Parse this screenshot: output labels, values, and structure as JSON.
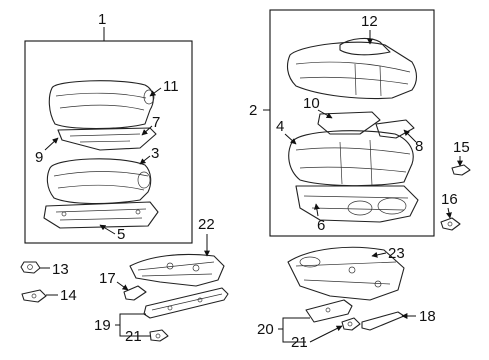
{
  "diagram": {
    "callouts": [
      "1",
      "2",
      "3",
      "4",
      "5",
      "6",
      "7",
      "8",
      "9",
      "10",
      "11",
      "12",
      "13",
      "14",
      "15",
      "16",
      "17",
      "18",
      "19",
      "20",
      "21",
      "21",
      "22",
      "23"
    ]
  }
}
